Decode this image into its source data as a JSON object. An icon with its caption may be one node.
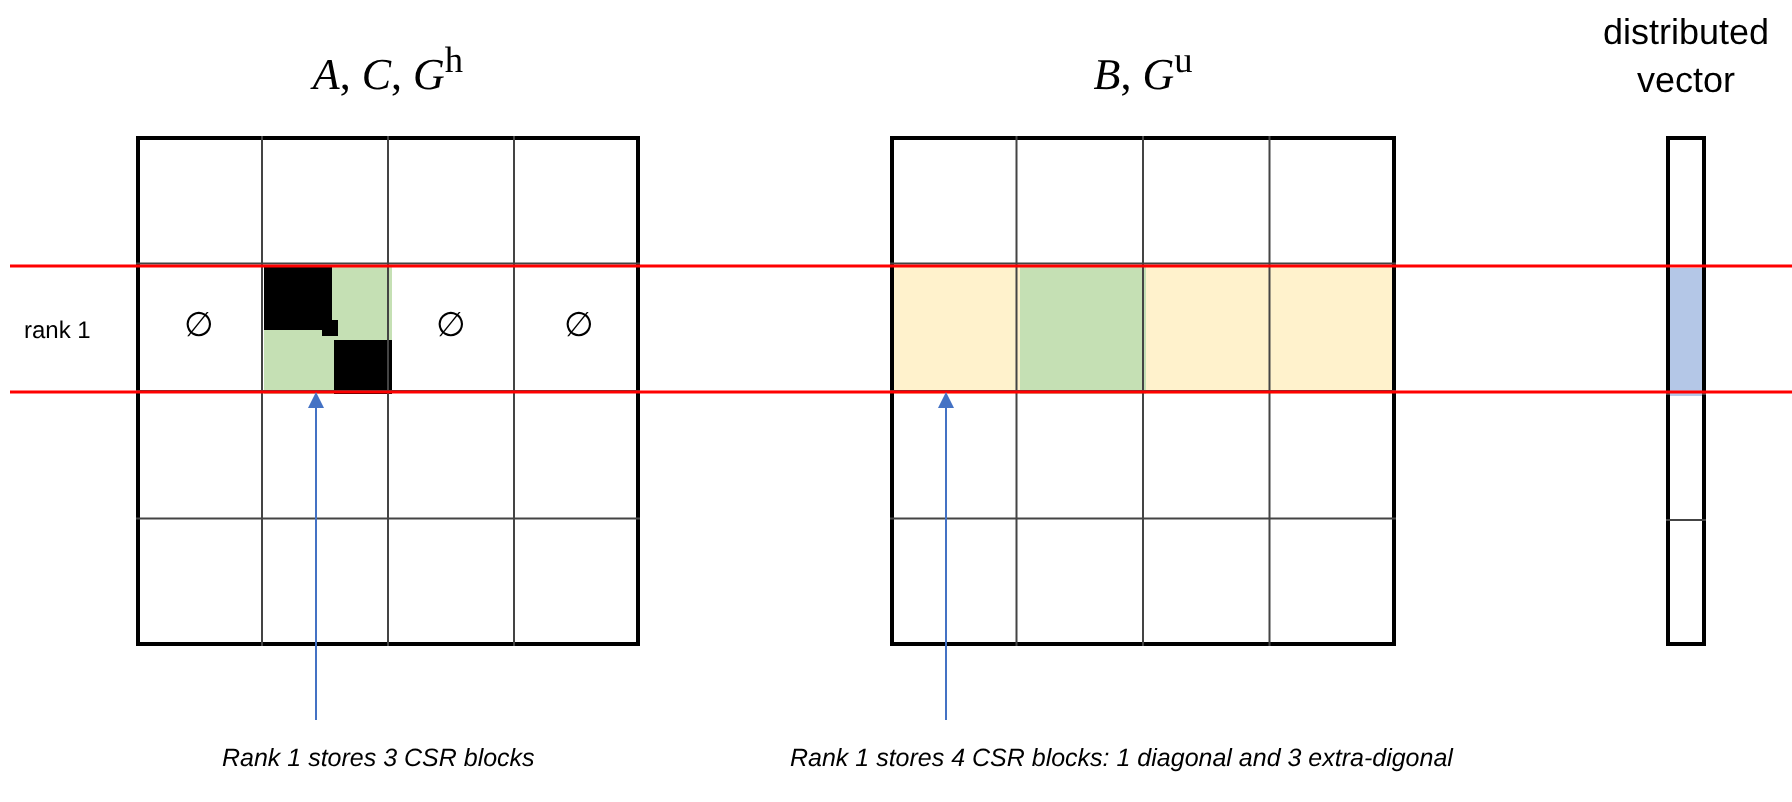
{
  "diagram": {
    "nodes": [
      {
        "text": [
          "*A*, *C*, *G*$^{h}$"
        ]
      },
      {
        "text": [],
        "shape": "box",
        "in": 0
      },
      {
        "text": [
          "*B*, *G*$^{u}$"
        ]
      },
      {
        "text": [],
        "shape": "box",
        "in": 2
      },
      {
        "text": [],
        "shape": "box",
        "in": 2
      },
      {
        "text": [],
        "shape": "box",
        "in": 2
      },
      {
        "text": [],
        "shape": "box",
        "in": 2
      },
      {
        "text": [
          "distributed vector"
        ]
      },
      {
        "text": [
          "Rank 1 stores 3 CSR blocks"
        ]
      },
      {
        "text": [
          "Rank 1 stores 4 CSR blocks: 1 diagonal and 3 extra-digonal"
        ]
      }
    ],
    "edges": [
      {
        "from": 8,
        "to": 1,
        "arrow": "to"
      },
      {
        "from": 9,
        "to": 3,
        "arrow": "to"
      }
    ],
    "labels": [
      "rank 1",
      "∅",
      "∅",
      "∅"
    ]
  }
}
